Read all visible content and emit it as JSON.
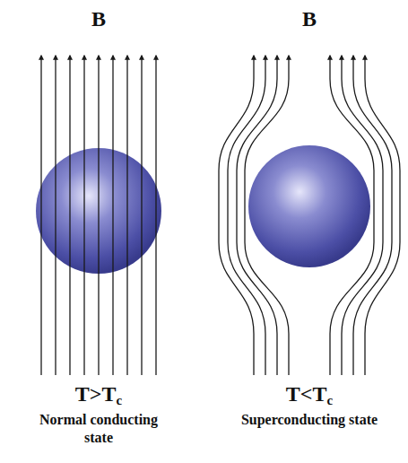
{
  "diagram": {
    "labels": [
      "B",
      "B",
      "T>Tc",
      "T<Tc",
      "Normal conducting state",
      "Superconducting state"
    ]
  }
}
